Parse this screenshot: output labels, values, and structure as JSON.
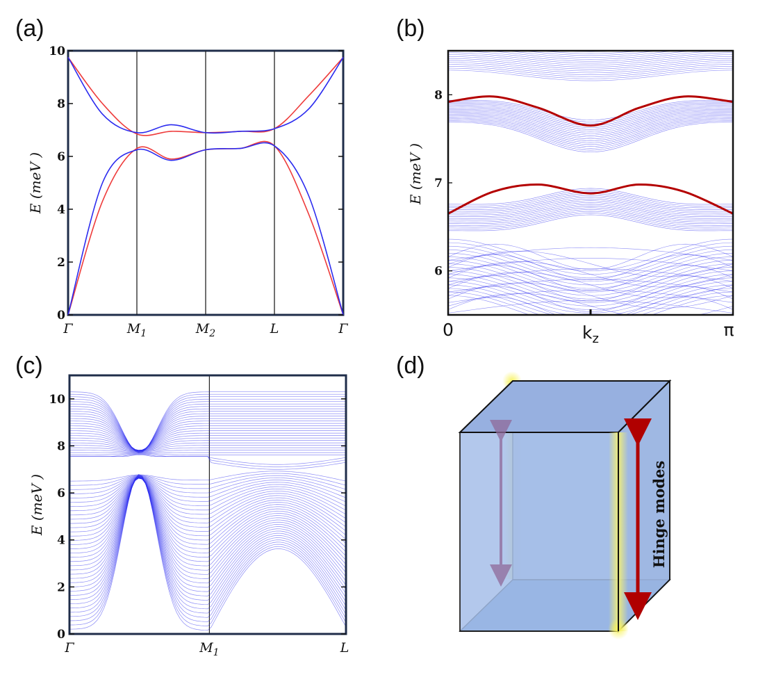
{
  "panels": {
    "a": {
      "label": "(a)"
    },
    "b": {
      "label": "(b)"
    },
    "c": {
      "label": "(c)"
    },
    "d": {
      "label": "(d)",
      "annotation": "Hinge modes"
    }
  },
  "colors": {
    "bulk_blue": "#2b2bef",
    "red_line": "#ee3b3b",
    "edge_red": "#b40000",
    "axis_frame": "#1f2d4a",
    "cube_face": "#9db7e3",
    "cube_bottom": "#6f9ad6",
    "hinge_glow": "#f2ee74",
    "arrow_red": "#b00000"
  },
  "chart_data": [
    {
      "panel": "a",
      "type": "line",
      "ylabel": "E (meV )",
      "ylim": [
        0,
        10
      ],
      "yticks": [
        0,
        2,
        4,
        6,
        8,
        10
      ],
      "xticks": [
        "Γ",
        "M1",
        "M2",
        "L",
        "Γ"
      ],
      "vlines_at": [
        "M1",
        "M2",
        "L"
      ],
      "series": [
        {
          "color": "red",
          "x": [
            0,
            0.5,
            1,
            1.5,
            2,
            2.5,
            3,
            3.5,
            4
          ],
          "values": [
            9.75,
            8.0,
            6.85,
            6.95,
            6.9,
            6.95,
            7.05,
            8.3,
            9.75
          ]
        },
        {
          "color": "red",
          "x": [
            0,
            0.5,
            1,
            1.5,
            2,
            2.5,
            3,
            3.5,
            4
          ],
          "values": [
            0,
            4.3,
            6.3,
            5.9,
            6.25,
            6.3,
            6.4,
            3.8,
            0
          ]
        },
        {
          "color": "blue",
          "x": [
            0,
            0.5,
            1,
            1.5,
            2,
            2.5,
            3,
            3.5,
            4
          ],
          "values": [
            9.75,
            7.6,
            6.9,
            7.2,
            6.9,
            6.95,
            7.05,
            7.8,
            9.75
          ]
        },
        {
          "color": "blue",
          "x": [
            0,
            0.5,
            1,
            1.5,
            2,
            2.5,
            3,
            3.5,
            4
          ],
          "values": [
            0,
            5.0,
            6.25,
            5.85,
            6.25,
            6.3,
            6.4,
            4.5,
            0
          ]
        }
      ]
    },
    {
      "panel": "b",
      "type": "line",
      "xlabel": "kz",
      "ylabel": "E (meV )",
      "ylim": [
        5.5,
        8.5
      ],
      "yticks": [
        6,
        7,
        8
      ],
      "xticks": [
        "0",
        "k",
        "π"
      ],
      "xlim": [
        0,
        3.14
      ],
      "edge_states": [
        {
          "color": "darkred",
          "x": [
            0,
            0.5,
            1.0,
            1.57,
            2.1,
            2.6,
            3.14
          ],
          "values": [
            7.92,
            7.98,
            7.85,
            7.65,
            7.85,
            7.98,
            7.92
          ]
        },
        {
          "color": "darkred",
          "x": [
            0,
            0.5,
            1.0,
            1.57,
            2.1,
            2.6,
            3.14
          ],
          "values": [
            6.65,
            6.9,
            6.98,
            6.88,
            6.98,
            6.9,
            6.65
          ]
        }
      ],
      "bulk_bands": [
        {
          "range": [
            8.2,
            8.5
          ],
          "note": "upper bulk continuum"
        },
        {
          "range": [
            7.45,
            7.9
          ],
          "note": "middle bulk band"
        },
        {
          "range": [
            6.5,
            6.9
          ],
          "note": "lower middle bulk band"
        },
        {
          "range": [
            5.5,
            6.2
          ],
          "note": "lower bulk continuum"
        }
      ]
    },
    {
      "panel": "c",
      "type": "line",
      "ylabel": "E (meV )",
      "ylim": [
        0,
        11
      ],
      "yticks": [
        0,
        2,
        4,
        6,
        8,
        10
      ],
      "xticks": [
        "Γ",
        "M1",
        "L"
      ],
      "vlines_at": [
        "M1"
      ],
      "bulk_bands": {
        "upper_at_gamma": 10.3,
        "crossing": {
          "x": 0.5,
          "y": 7.7
        },
        "lower_peak": {
          "x": 0.5,
          "y": 6.8
        },
        "upper_flat_top": 10.3,
        "lower_dome_top": 3.5
      }
    }
  ]
}
